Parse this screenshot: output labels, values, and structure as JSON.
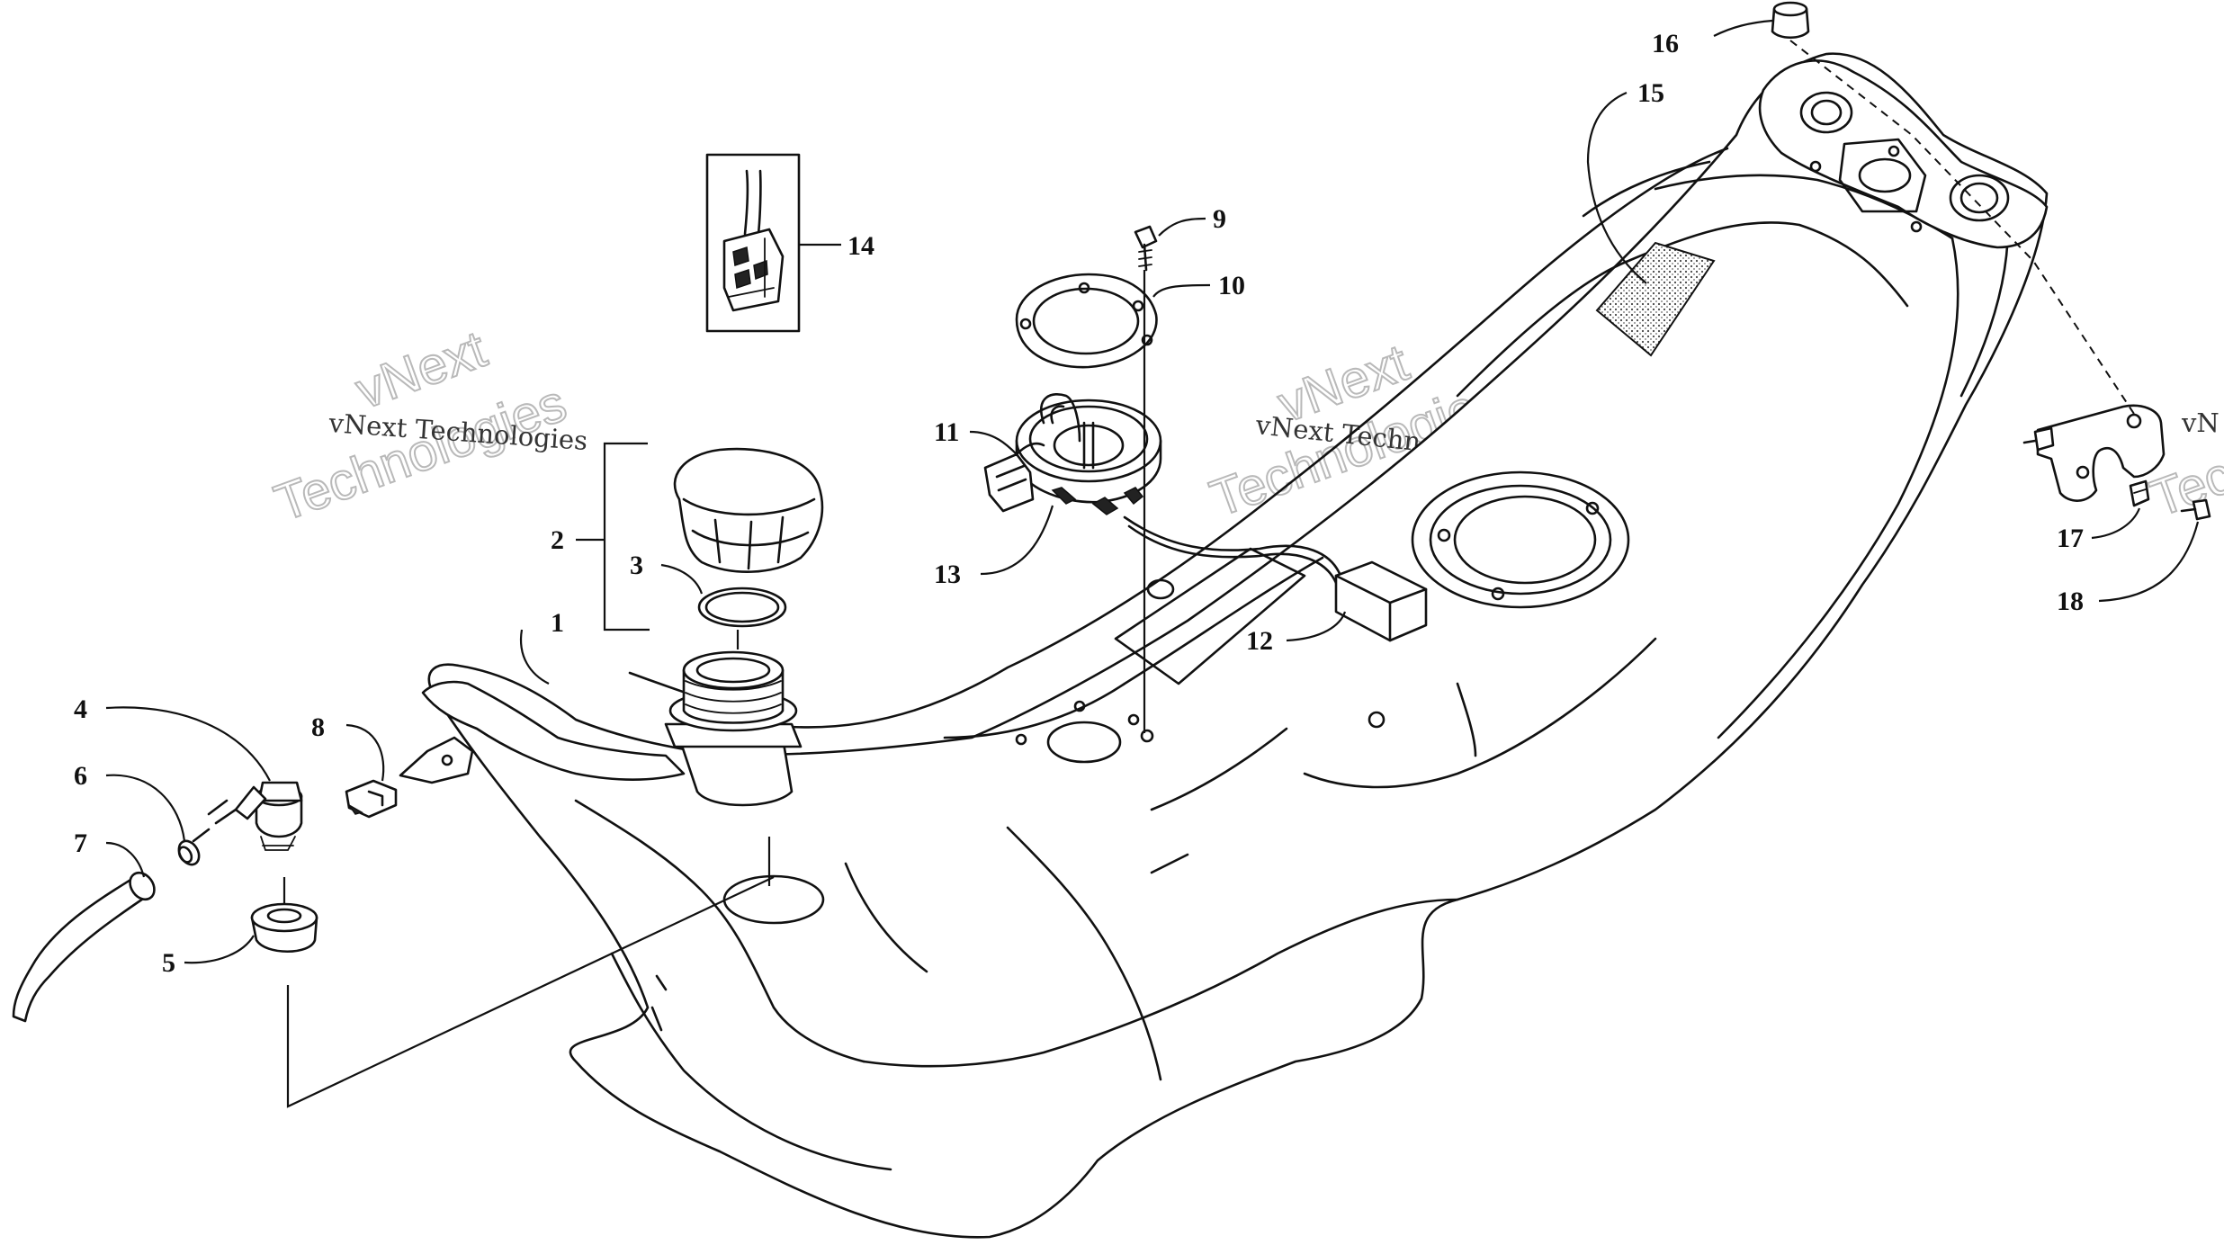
{
  "part_labels": [
    "1",
    "2",
    "3",
    "4",
    "5",
    "6",
    "7",
    "8",
    "9",
    "10",
    "11",
    "12",
    "13",
    "14",
    "15",
    "16",
    "17",
    "18"
  ],
  "watermark": {
    "line_small": "vNext Technologies",
    "line_big_1": "vNext",
    "line_big_2": "Technologies",
    "edge_small": "vN",
    "edge_big": "Tec"
  },
  "colors": {
    "line": "#111111",
    "watermark_outline": "#b9b9b9",
    "background": "#ffffff"
  }
}
